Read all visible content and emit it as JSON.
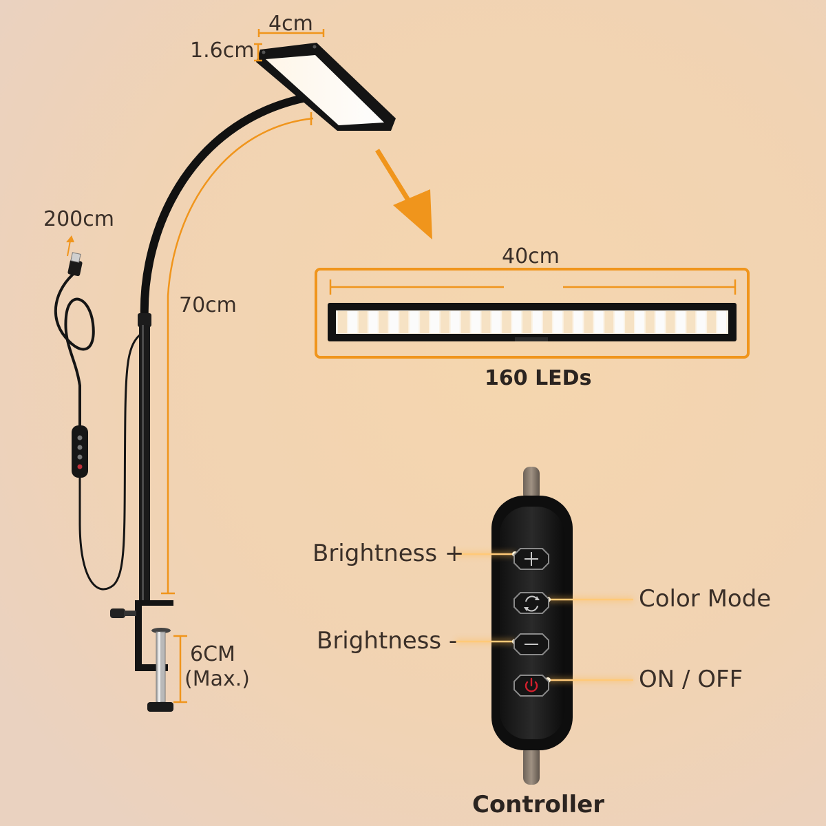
{
  "colors": {
    "background_center": "#f3d7b4",
    "background_edge": "#ecd4bd",
    "accent": "#f0951c",
    "lamp_body": "#121212",
    "led_warm": "#f6e2c4",
    "led_cool": "#fbfbfb",
    "power_red": "#d21f2d"
  },
  "dimensions": {
    "head_width": "4cm",
    "head_height": "1.6cm",
    "cable_length": "200cm",
    "arm_length": "70cm",
    "clamp_max": "6CM",
    "clamp_max_note": "(Max.)",
    "bar_length": "40cm"
  },
  "led_bar": {
    "caption": "160 LEDs"
  },
  "controller": {
    "caption": "Controller",
    "buttons": [
      {
        "label": "Brightness +",
        "icon": "plus-icon"
      },
      {
        "label": "Color Mode",
        "icon": "color-cycle-icon"
      },
      {
        "label": "Brightness -",
        "icon": "minus-icon"
      },
      {
        "label": "ON / OFF",
        "icon": "power-icon"
      }
    ]
  }
}
